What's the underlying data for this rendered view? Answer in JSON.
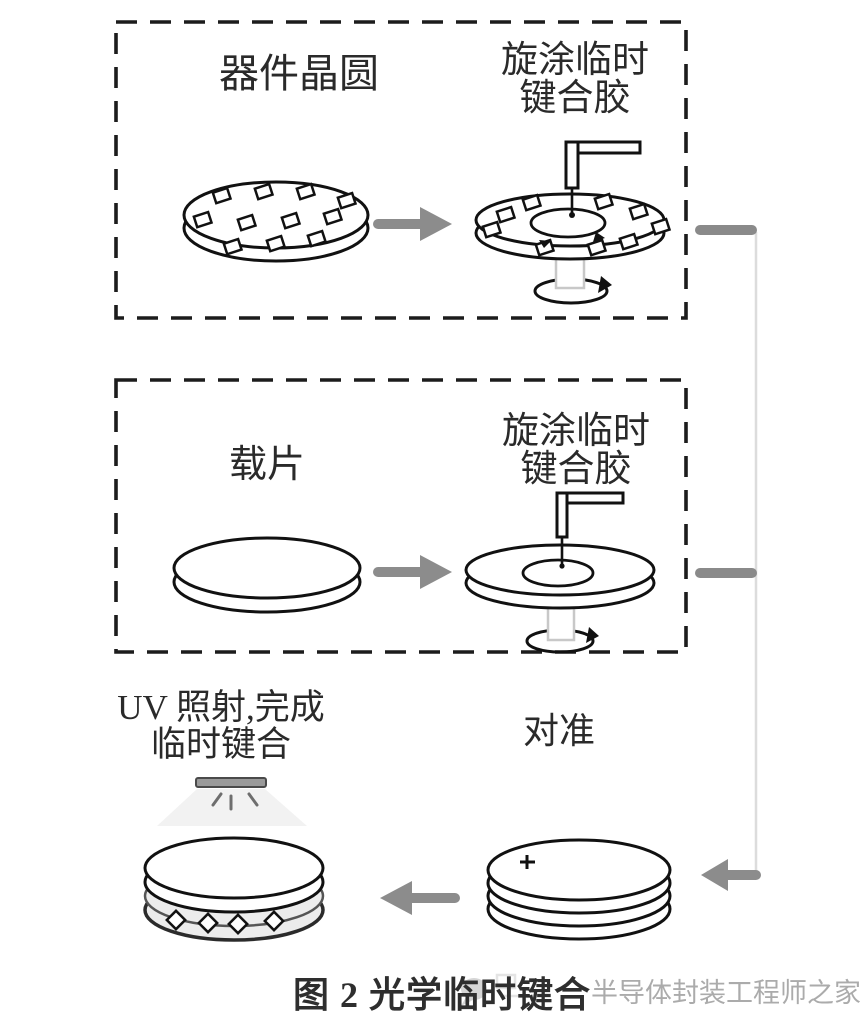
{
  "diagram": {
    "box1": {
      "left_label": "器件晶圆",
      "right_label": "旋涂临时\n键合胶"
    },
    "box2": {
      "left_label": "载片",
      "right_label": "旋涂临时\n键合胶"
    },
    "bottom": {
      "uv_label": "UV 照射,完成\n临时键合",
      "align_label": "对准"
    },
    "caption": "图 2  光学临时键合",
    "watermark": "半导体封装工程师之家",
    "colors": {
      "line": "#1a1a1a",
      "flow_arrow": "#8c8c8c",
      "connector_bar": "#8a8a8a",
      "connector_line": "#dcdcdc",
      "adhesive_layer": "#ececec",
      "uv_light": "#f2f2f2",
      "watermark_gray": "#ababab"
    }
  }
}
